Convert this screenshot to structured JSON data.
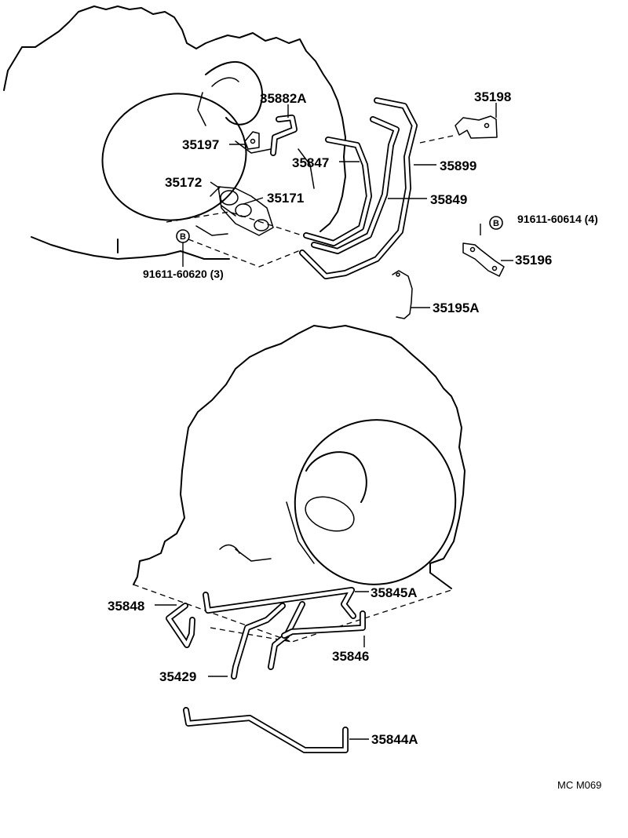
{
  "parts": {
    "p35882A": "35882A",
    "p35197": "35197",
    "p35172": "35172",
    "p35171": "35171",
    "p35847": "35847",
    "p35198": "35198",
    "p35899": "35899",
    "p35849": "35849",
    "bolt_left": "91611-60620 (3)",
    "bolt_right": "91611-60614 (4)",
    "p35196": "35196",
    "p35195A": "35195A",
    "p35848": "35848",
    "p35845A": "35845A",
    "p35846": "35846",
    "p35429": "35429",
    "p35844A": "35844A"
  },
  "badge": "B",
  "diagram_code": "MC  M069"
}
